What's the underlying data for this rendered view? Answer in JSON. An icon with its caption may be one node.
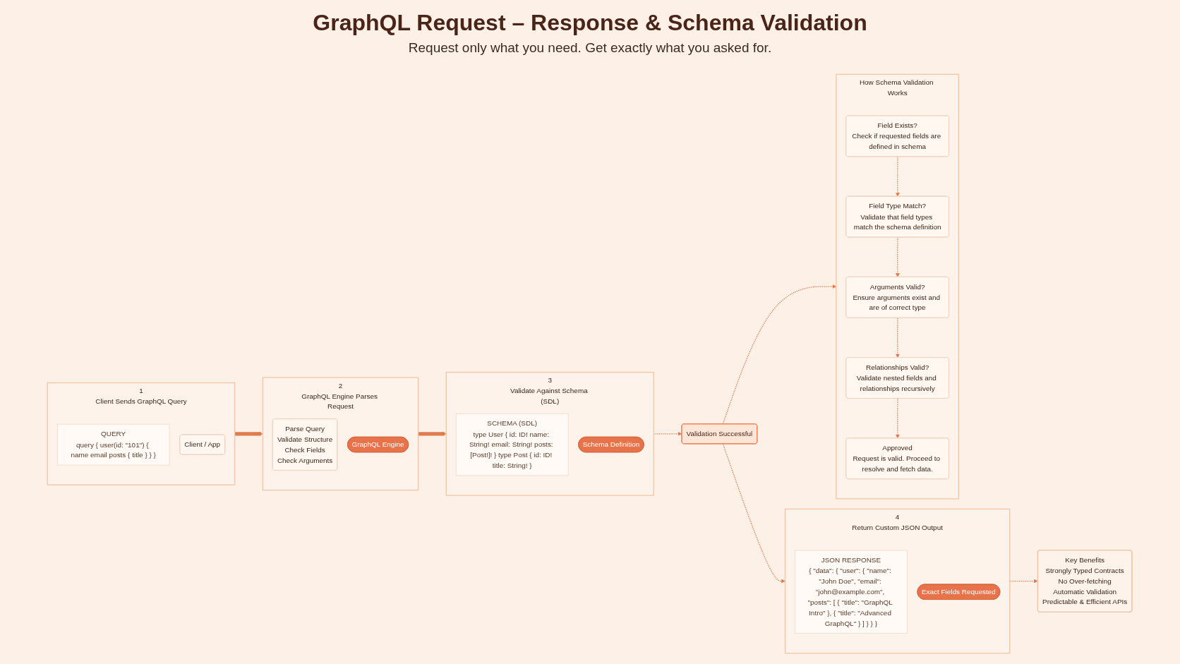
{
  "diagram": {
    "title": "GraphQL Request – Response & Schema Validation",
    "nodes": [
      {
        "text": [
          "1",
          "Client Sends GraphQL Query"
        ]
      },
      {
        "text": [
          "QUERY",
          "query { user(id: \"101\") { name email posts { title } } }"
        ],
        "in": 0
      },
      {
        "text": [
          "Client / App"
        ],
        "in": 0
      },
      {
        "text": [
          "2",
          "GraphQL Engine Parses Request"
        ]
      },
      {
        "text": [
          "Parse Query",
          "Validate Structure",
          "Check Fields",
          "Check Arguments"
        ],
        "in": 3
      },
      {
        "text": [
          "GraphQL Engine"
        ],
        "in": 3
      },
      {
        "text": [
          "3",
          "Validate Against Schema (SDL)"
        ]
      },
      {
        "text": [
          "SCHEMA (SDL)",
          "type User { id: ID! name: String! email: String! posts: [Post!]! } type Post { id: ID! title: String! }"
        ],
        "in": 6
      },
      {
        "text": [
          "Schema Definition"
        ],
        "in": 6
      },
      {
        "text": [
          "Validation Successful"
        ]
      },
      {
        "text": [
          "4",
          "Return Custom JSON Output"
        ]
      },
      {
        "text": [
          "JSON RESPONSE",
          "{ \"data\": { \"user\": { \"name\": \"John Doe\", \"email\": \"john@example.com\", \"posts\": [ { \"title\": \"GraphQL Intro\" }, { \"title\": \"Advanced GraphQL\" } ] } } }"
        ],
        "in": 10
      },
      {
        "text": [
          "Exact Fields Requested"
        ],
        "in": 10
      },
      {
        "text": [
          "How Schema Validation Works"
        ]
      },
      {
        "text": [
          "Field Exists?",
          "Check if requested fields are defined in schema"
        ],
        "in": 13
      },
      {
        "text": [
          "Field Type Match?",
          "Validate that field types match the schema definition"
        ],
        "in": 13
      },
      {
        "text": [
          "Arguments Valid?",
          "Ensure arguments exist and are of correct type"
        ],
        "in": 13
      },
      {
        "text": [
          "Relationships Valid?",
          "Validate nested fields and relationships recursively"
        ],
        "in": 13
      },
      {
        "text": [
          "Approved",
          "Request is valid. Proceed to resolve and fetch data."
        ],
        "in": 13
      },
      {
        "text": [
          "Key Benefits",
          "Strongly Typed Contracts",
          "No Over-fetching",
          "Automatic Validation",
          "Predictable & Efficient APIs"
        ]
      }
    ],
    "edges": [
      {
        "from": 0,
        "to": 3,
        "arrow": "to",
        "style": "thick"
      },
      {
        "from": 3,
        "to": 6,
        "arrow": "to",
        "style": "thick"
      },
      {
        "from": 6,
        "to": 9,
        "arrow": "to",
        "style": "dashed"
      },
      {
        "from": 9,
        "to": 10,
        "arrow": "to",
        "style": "dashed"
      },
      {
        "from": 9,
        "to": 13,
        "arrow": "to",
        "style": "dashed"
      },
      {
        "from": 10,
        "to": 19,
        "arrow": "to",
        "style": "dashed"
      },
      {
        "from": 14,
        "to": 15,
        "arrow": "to",
        "style": "dashed"
      },
      {
        "from": 15,
        "to": 16,
        "arrow": "to",
        "style": "dashed"
      },
      {
        "from": 16,
        "to": 17,
        "arrow": "to",
        "style": "dashed"
      },
      {
        "from": 17,
        "to": 18,
        "arrow": "to",
        "style": "dashed"
      }
    ],
    "labels": [
      "Request only what you need. Get exactly what you asked for."
    ]
  }
}
